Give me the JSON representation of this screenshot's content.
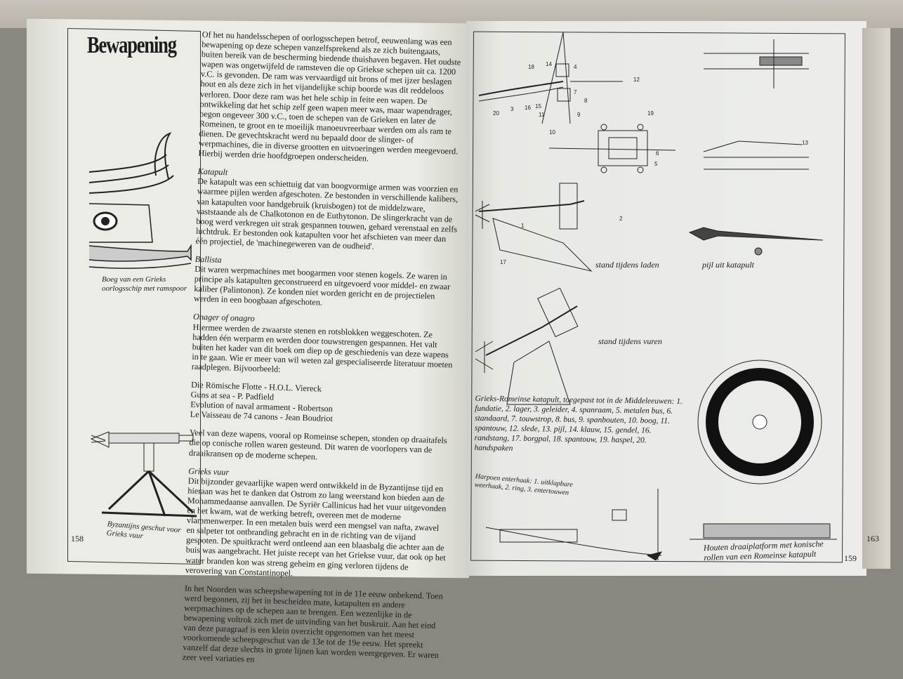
{
  "left_page": {
    "title": "Bewapening",
    "page_number": "158",
    "caption_ship": "Boeg van een Grieks oorlogsschip met ramspoor",
    "caption_cannon": "Byzantijns geschut voor Grieks vuur",
    "intro": "Of het nu handelsschepen of oorlogsschepen betrof, eeuwenlang was een bewapening op deze schepen vanzelfsprekend als ze zich buitengaats, buiten bereik van de bescherming biedende thuishaven begaven. Het oudste wapen was ongetwijfeld de ramsteven die op Griekse schepen uit ca. 1200 v.C. is gevonden. De ram was vervaardigd uit brons of met ijzer beslagen hout en als deze zich in het vijandelijke schip boorde was dit reddeloos verloren. Door deze ram was het hele schip in feite een wapen. De ontwikkeling dat het schip zelf geen wapen meer was, maar wapendrager, begon ongeveer 300 v.C., toen de schepen van de Grieken en later de Romeinen, te groot en te moeilijk manoeuvreerbaar werden om als ram te dienen. De gevechtskracht werd nu bepaald door de slinger- of werpmachines, die in diverse grootten en uitvoeringen werden meegevoerd. Hierbij werden drie hoofdgroepen onderscheiden.",
    "sections": [
      {
        "heading": "Katapult",
        "body": "De katapult was een schiettuig dat van boogvormige armen was voorzien en waarmee pijlen werden afgeschoten. Ze bestonden in verschillende kalibers, van katapulten voor handgebruik (kruisbogen) tot de middelzware, vaststaande als de Chalkotonon en de Euthytonon. De slingerkracht van de boog werd verkregen uit strak gespannen touwen, gehard verenstaal en zelfs luchtdruk. Er bestonden ook katapulten voor het afschieten van meer dan één projectiel, de 'machinegeweren van de oudheid'."
      },
      {
        "heading": "Ballista",
        "body": "Dit waren werpmachines met boogarmen voor stenen kogels. Ze waren in principe als katapulten geconstrueerd en uitgevoerd voor middel- en zwaar kaliber (Palintonon). Ze konden niet worden gericht en de projectielen werden in een boogbaan afgeschoten."
      },
      {
        "heading": "Onager of onagro",
        "body": "Hiermee werden de zwaarste stenen en rotsblokken weggeschoten. Ze hadden één werparm en werden door touwstrengen gespannen. Het valt buiten het kader van dit boek om diep op de geschiedenis van deze wapens in te gaan. Wie er meer van wil weten zal gespecialiseerde literatuur moeten raadplegen. Bijvoorbeeld:"
      }
    ],
    "references": [
      "Die Römische Flotte - H.O.L. Viereck",
      "Guns at sea - P. Padfield",
      "Evolution of naval armament - Robertson",
      "Le Vaisseau de 74 canons - Jean Boudriot"
    ],
    "turntables": "Veel van deze wapens, vooral op Romeinse schepen, stonden op draaitafels die op conische rollen waren gesteund. Dit waren de voorlopers van de draaikransen op de moderne schepen.",
    "greek_fire": {
      "heading": "Grieks vuur",
      "body": "Dit bijzonder gevaarlijke wapen werd ontwikkeld in de Byzantijnse tijd en hieraan was het te danken dat Ostrom zo lang weerstand kon bieden aan de Mohammedaanse aanvallen. De Syriër Callinicus had het vuur uitgevonden en het kwam, wat de werking betreft, overeen met de moderne vlammenwerper. In een metalen buis werd een mengsel van nafta, zwavel en salpeter tot ontbranding gebracht en in de richting van de vijand gespoten. De spuitkracht werd ontleend aan een blaasbalg die achter aan de buis was aangebracht. Het juiste recept van het Griekse vuur, dat ook op het water branden kon was streng geheim en ging verloren tijdens de verovering van Constantinopel."
    },
    "north": "In het Noorden was scheepsbewapening tot in de 11e eeuw onbekend. Toen werd begonnen, zij het in bescheiden mate, katapulten en andere werpmachines op de schepen aan te brengen. Een wezenlijke in de bewapening voltrok zich met de uitvinding van het buskruit. Aan het eind van deze paragraaf is een klein overzicht opgenomen van het meest voorkomende scheepsgeschut van de 13e tot de 19e eeuw. Het spreekt vanzelf dat deze slechts in grote lijnen kan worden weergegeven. Er waren zeer veel variaties en"
  },
  "right_page": {
    "page_number": "159",
    "next_page_number": "163",
    "label_loading": "stand tijdens laden",
    "label_arrow": "pijl uit katapult",
    "label_firing": "stand tijdens vuren",
    "legend": "Grieks-Romeinse katapult, toegepast tot in de Middeleeuwen: 1. fundatie, 2. lager, 3. geleider, 4. spanraam, 5. metalen bus, 6. standaard, 7. touwstrop, 8. bus, 9. spanbouten, 10. boog, 11. spantouw, 12. slede, 13. pijl, 14. klauw, 15. gendel, 16. randstang, 17. borgpal, 18. spantouw, 19. haspel, 20. handspaken",
    "harpoon": "Harpoen enterhaak: 1. uitklapbare weerhaak, 2. ring, 3. entertouwen",
    "platform_caption": "Houten draaiplatform met konische rollen van een Romeinse katapult",
    "diagram_numbers": [
      "18",
      "14",
      "4",
      "12",
      "7",
      "8",
      "9",
      "11",
      "10",
      "20",
      "3",
      "16",
      "15",
      "5",
      "6",
      "13",
      "2",
      "1",
      "17",
      "19"
    ]
  }
}
